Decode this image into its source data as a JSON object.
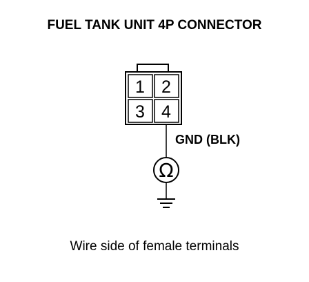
{
  "title": "FUEL TANK UNIT 4P CONNECTOR",
  "connector": {
    "pins": [
      "1",
      "2",
      "3",
      "4"
    ]
  },
  "wire": {
    "label": "GND (BLK)"
  },
  "meter": {
    "symbol": "Ω"
  },
  "caption": "Wire side of female terminals"
}
